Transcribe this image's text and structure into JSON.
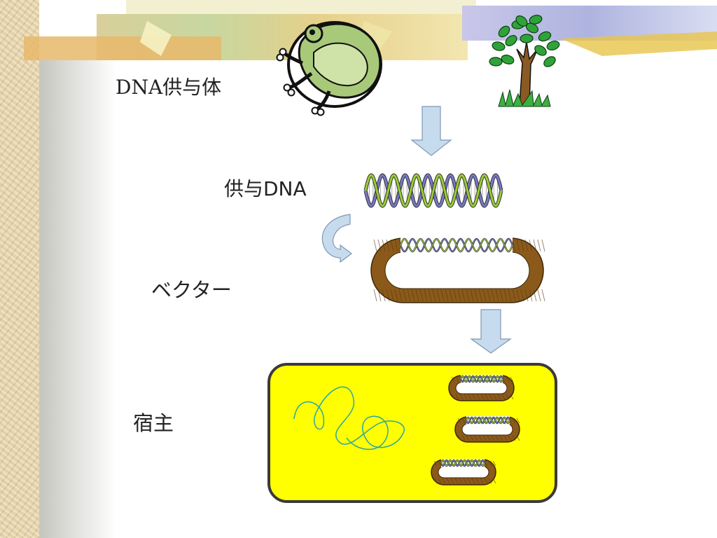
{
  "labels": {
    "donor_organism": "DNA供与体",
    "donor_dna": "供与DNA",
    "vector": "ベクター",
    "host": "宿主"
  },
  "icons": [
    "frog-icon",
    "tree-icon",
    "dna-helix-icon",
    "plasmid-icon",
    "host-cell-icon"
  ],
  "colors": {
    "host_cell_fill": "#ffff00",
    "plasmid_ring": "#8b5a1a",
    "helix_blue": "#7878c8",
    "helix_green": "#9acd32",
    "arrow_fill": "#c7dbef",
    "chromosome": "#2aa6a0"
  }
}
